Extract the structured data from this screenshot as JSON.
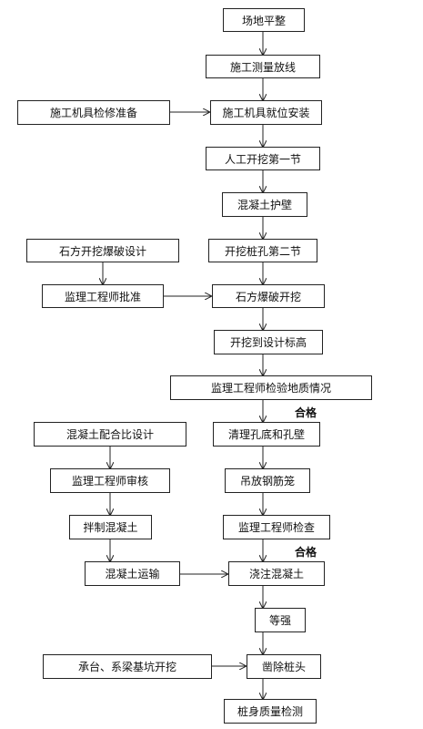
{
  "steps": {
    "s1": "场地平整",
    "s2": "施工测量放线",
    "s3": "施工机具就位安装",
    "s4": "人工开挖第一节",
    "s5": "混凝土护壁",
    "s6": "开挖桩孔第二节",
    "s7": "石方爆破开挖",
    "s8": "开挖到设计标高",
    "s9": "监理工程师检验地质情况",
    "s10": "清理孔底和孔壁",
    "s11": "吊放钢筋笼",
    "s12": "监理工程师检查",
    "s13": "浇注混凝土",
    "s14": "等强",
    "s15": "凿除桩头",
    "s16": "桩身质量检测"
  },
  "left": {
    "l1": "施工机具检修准备",
    "l2": "石方开挖爆破设计",
    "l3": "监理工程师批准",
    "l4": "混凝土配合比设计",
    "l5": "监理工程师审核",
    "l6": "拌制混凝土",
    "l7": "混凝土运输",
    "l8": "承台、系梁基坑开挖"
  },
  "labels": {
    "pass1": "合格",
    "pass2": "合格"
  }
}
